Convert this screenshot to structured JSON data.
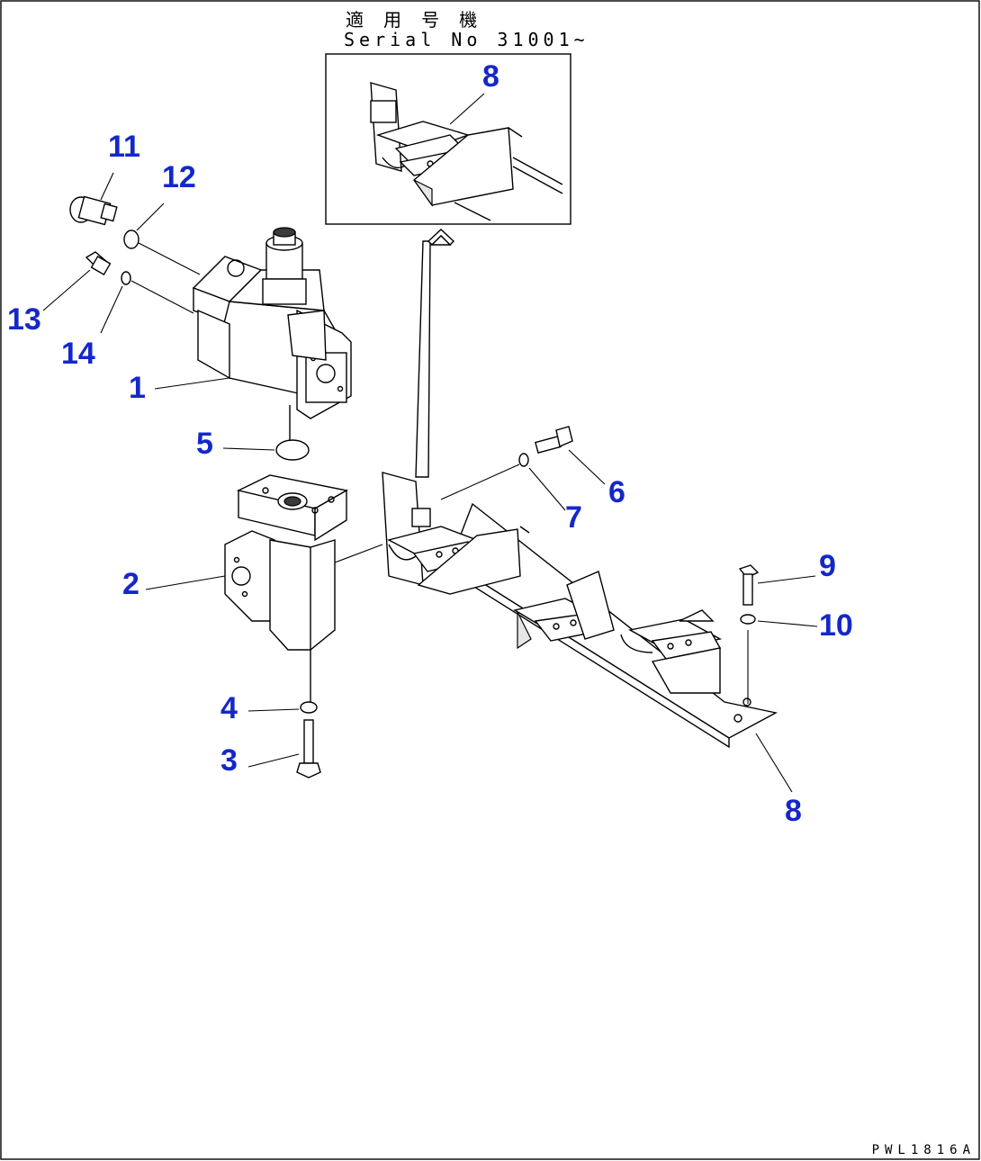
{
  "inset": {
    "applicable_machine": "適 用 号 機",
    "serial": "Serial No 31001~"
  },
  "callouts": {
    "c1": "1",
    "c2": "2",
    "c3": "3",
    "c4": "4",
    "c5": "5",
    "c6": "6",
    "c7": "7",
    "c8_inset": "8",
    "c8_main": "8",
    "c9": "9",
    "c10": "10",
    "c11": "11",
    "c12": "12",
    "c13": "13",
    "c14": "14"
  },
  "drawing_number": "PWL1816A",
  "colors": {
    "callout": "#1428c8",
    "line": "#000000",
    "background": "#ffffff"
  }
}
